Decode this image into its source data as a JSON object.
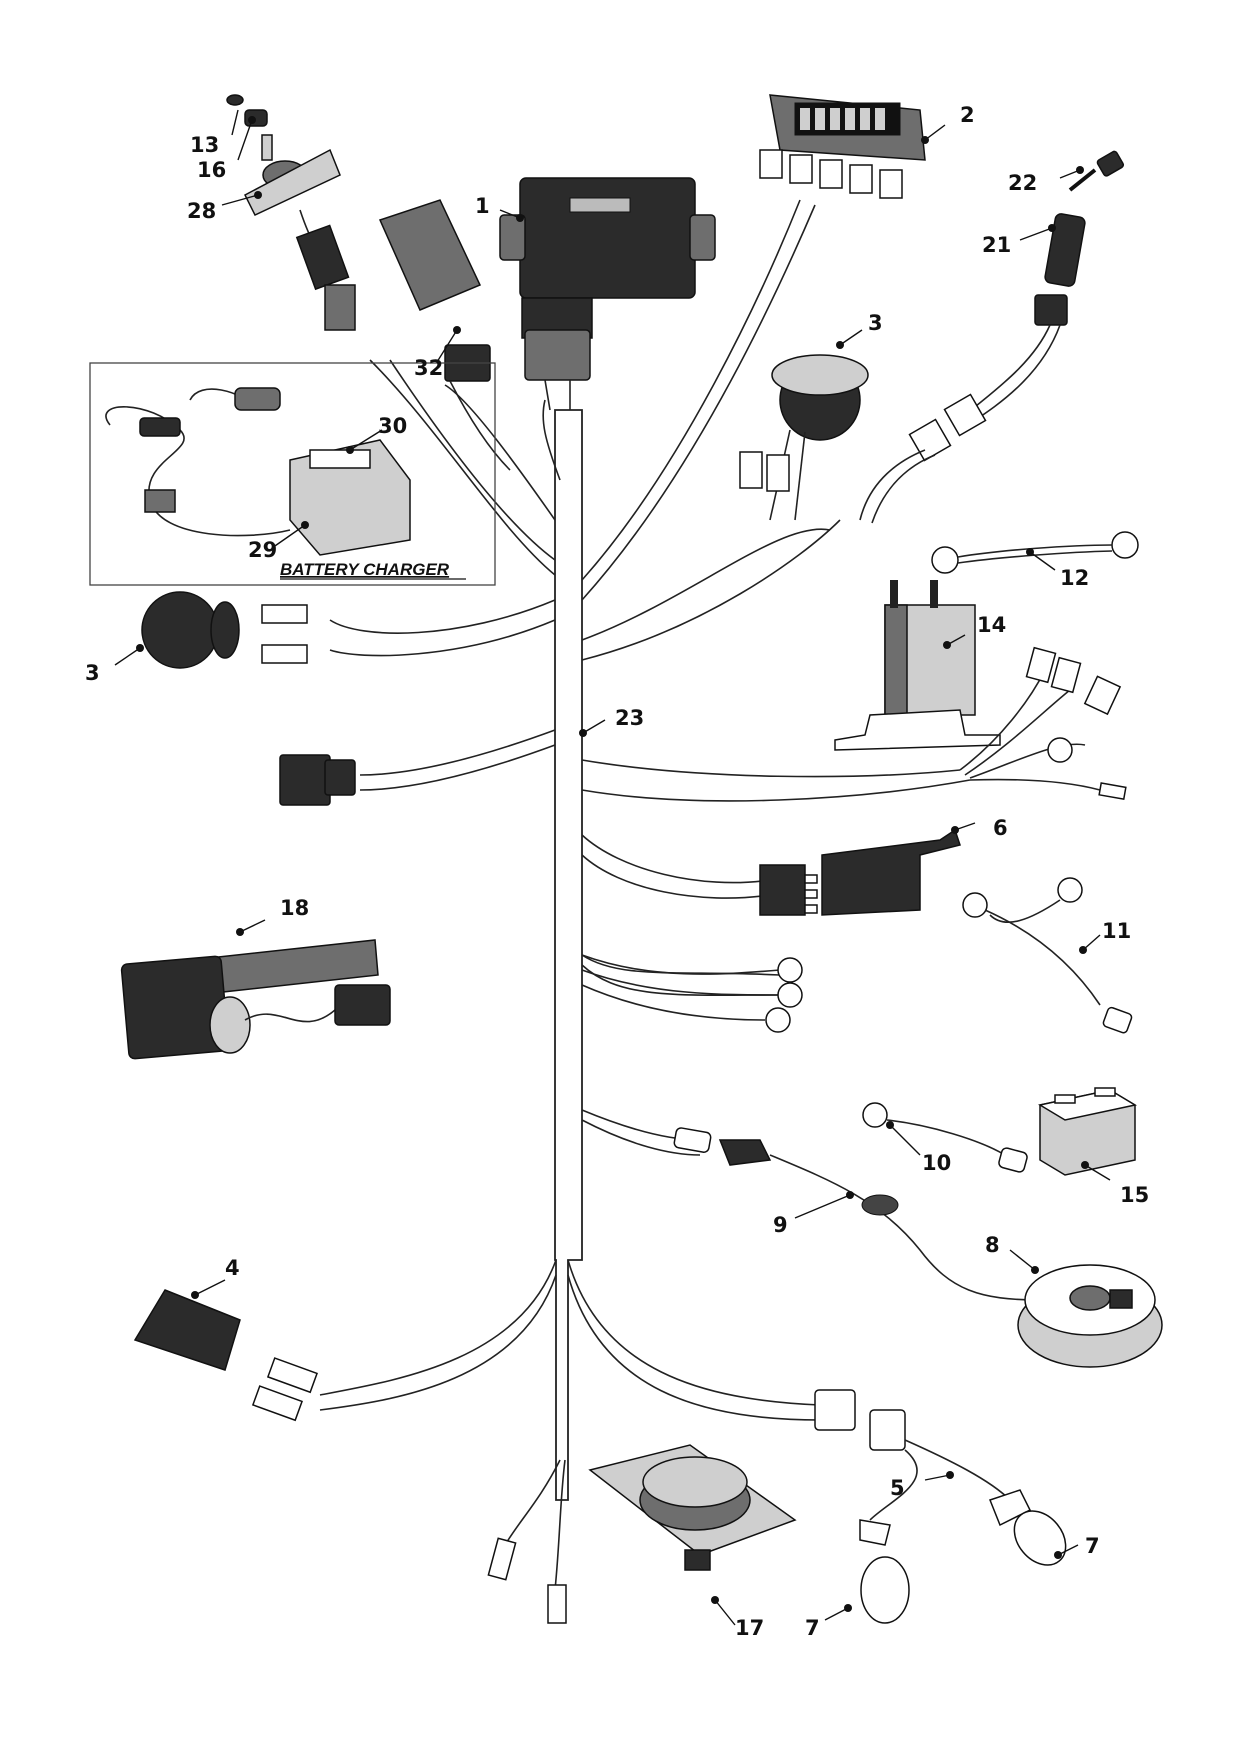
{
  "callouts": {
    "c1": "1",
    "c2": "2",
    "c3a": "3",
    "c3b": "3",
    "c4": "4",
    "c5": "5",
    "c6": "6",
    "c7a": "7",
    "c7b": "7",
    "c8": "8",
    "c9": "9",
    "c10": "10",
    "c11": "11",
    "c12": "12",
    "c13": "13",
    "c14": "14",
    "c15": "15",
    "c16": "16",
    "c17": "17",
    "c18": "18",
    "c21": "21",
    "c22": "22",
    "c23": "23",
    "c28": "28",
    "c29": "29",
    "c30": "30",
    "c32": "32"
  },
  "inset": {
    "title": "BATTERY CHARGER"
  },
  "colors": {
    "ink": "#111111",
    "part_dark": "#2b2b2b",
    "part_light": "#cfcfcf"
  }
}
